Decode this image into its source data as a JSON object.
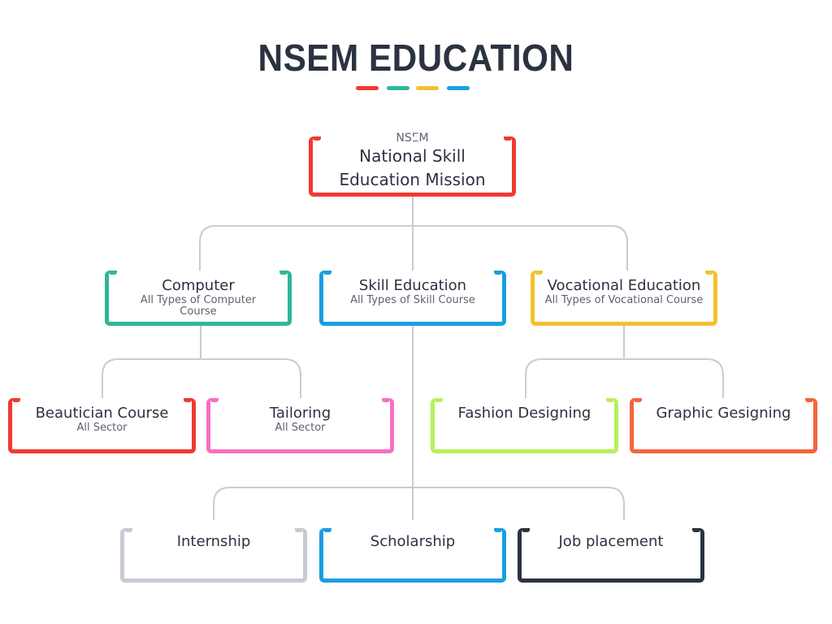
{
  "header": {
    "title": "NSEM EDUCATION",
    "dashes": [
      "#ee3a33",
      "#2fb79a",
      "#f2c12e",
      "#1a9ee0"
    ]
  },
  "root": {
    "label": "NSEM",
    "title_line1": "National Skill",
    "title_line2": "Education Mission",
    "color": "#ee3a33"
  },
  "level1": [
    {
      "title": "Computer",
      "subtitle": "All Types of Computer Course",
      "color": "#2fb79a"
    },
    {
      "title": "Skill Education",
      "subtitle": "All Types of Skill Course",
      "color": "#1a9ee0"
    },
    {
      "title": "Vocational Education",
      "subtitle": "All Types of Vocational Course",
      "color": "#f2c12e"
    }
  ],
  "level2": [
    {
      "title": "Beautician Course",
      "subtitle": "All Sector",
      "color": "#ee3a33"
    },
    {
      "title": "Tailoring",
      "subtitle": "All Sector",
      "color": "#f76fc4"
    },
    {
      "title": "Fashion Designing",
      "subtitle": "",
      "color": "#b8f05a"
    },
    {
      "title": "Graphic Gesigning",
      "subtitle": "",
      "color": "#f2663a"
    }
  ],
  "level3": [
    {
      "title": "Internship",
      "color": "#c5cad3"
    },
    {
      "title": "Scholarship",
      "color": "#1a9ee0"
    },
    {
      "title": "Job placement",
      "color": "#2b3240"
    }
  ],
  "connector_color": "#c8ccd4"
}
